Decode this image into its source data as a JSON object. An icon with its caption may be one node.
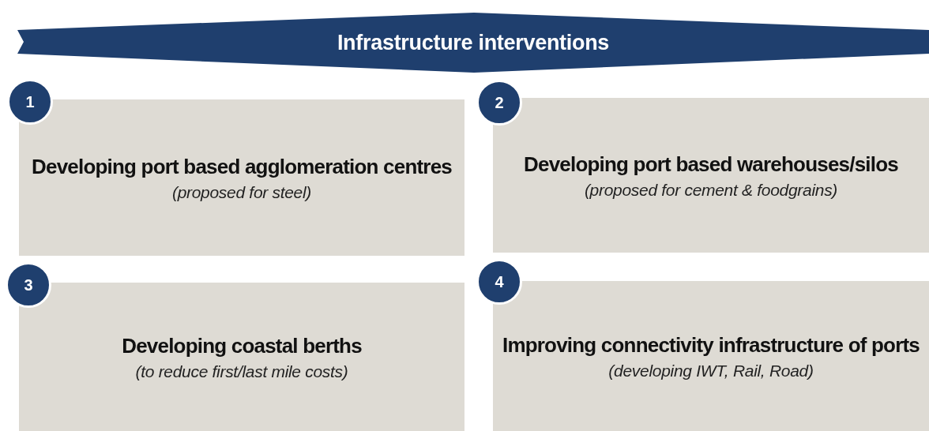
{
  "diagram": {
    "nodes": [
      {
        "text": [
          "Infrastructure interventions"
        ]
      },
      {
        "text": [
          "1"
        ]
      },
      {
        "text": [
          "Developing port based agglomeration centres",
          "(proposed for steel)"
        ]
      },
      {
        "text": [
          "2"
        ]
      },
      {
        "text": [
          "Developing port based warehouses/silos",
          "(proposed for cement & foodgrains)"
        ]
      },
      {
        "text": [
          "3"
        ]
      },
      {
        "text": [
          "Developing coastal berths",
          "(to reduce first/last mile costs)"
        ]
      },
      {
        "text": [
          "4"
        ]
      },
      {
        "text": [
          "Improving connectivity infrastructure of ports",
          "(developing IWT, Rail, Road)"
        ]
      }
    ]
  }
}
